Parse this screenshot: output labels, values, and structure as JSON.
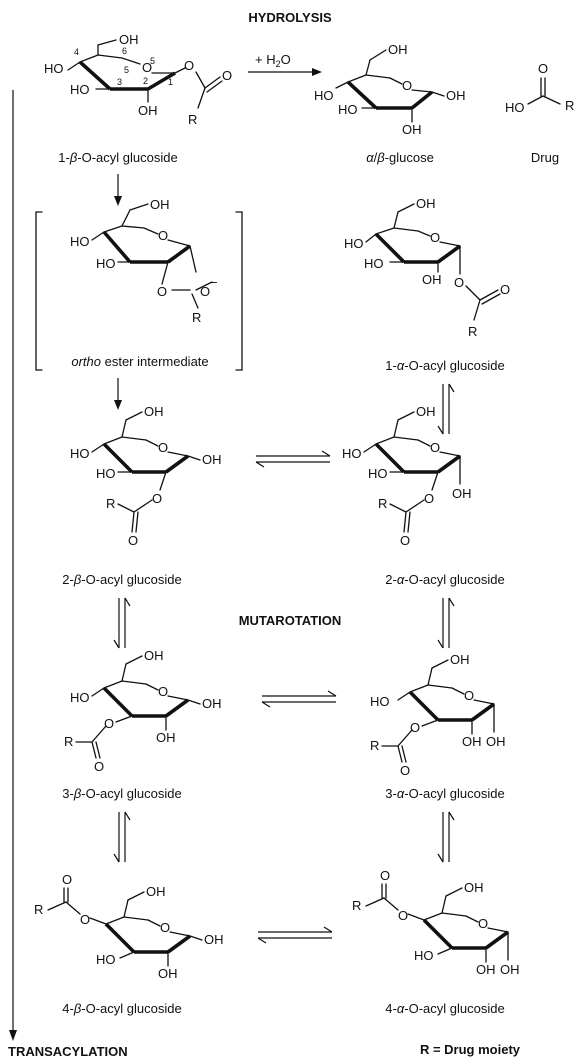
{
  "headings": {
    "hydrolysis": "HYDROLYSIS",
    "mutarotation": "MUTAROTATION",
    "transacylation": "TRANSACYLATION",
    "r_definition": "R = Drug moiety"
  },
  "reagent": {
    "plus": "+ H",
    "sub": "2",
    "tail": "O"
  },
  "atoms": {
    "HO": "HO",
    "OH": "OH",
    "O": "O",
    "R": "R",
    "O_minus": "O",
    "minus": "−"
  },
  "ring_numbers": {
    "c1": "1",
    "c2": "2",
    "c3": "3",
    "c4": "4",
    "c5": "5",
    "c6": "6",
    "o5": "5"
  },
  "captions": {
    "beta1": {
      "pre": "1-",
      "greek": "β",
      "post": "-O-acyl glucoside"
    },
    "glucose": {
      "greek1": "α",
      "slash": "/",
      "greek2": "β",
      "post": "-glucose"
    },
    "drug": "Drug",
    "ortho": {
      "italic": "ortho",
      "post": " ester intermediate"
    },
    "alpha1": {
      "pre": "1-",
      "greek": "α",
      "post": "-O-acyl glucoside"
    },
    "beta2": {
      "pre": "2-",
      "greek": "β",
      "post": "-O-acyl glucoside"
    },
    "alpha2": {
      "pre": "2-",
      "greek": "α",
      "post": "-O-acyl glucoside"
    },
    "beta3": {
      "pre": "3-",
      "greek": "β",
      "post": "-O-acyl glucoside"
    },
    "alpha3": {
      "pre": "3-",
      "greek": "α",
      "post": "-O-acyl glucoside"
    },
    "beta4": {
      "pre": "4-",
      "greek": "β",
      "post": "-O-acyl glucoside"
    },
    "alpha4": {
      "pre": "4-",
      "greek": "α",
      "post": "-O-acyl glucoside"
    }
  }
}
